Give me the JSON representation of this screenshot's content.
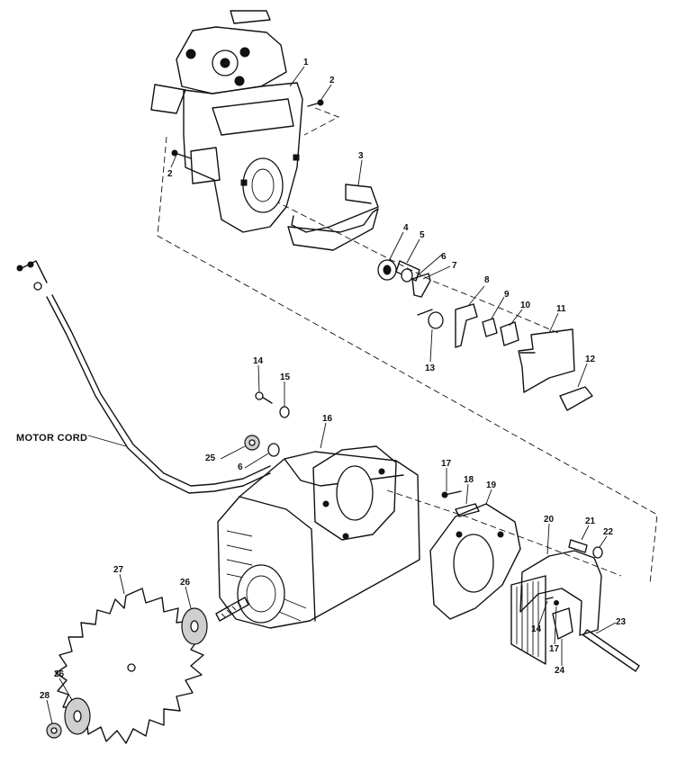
{
  "caption": "MOTOR CORD",
  "callouts": [
    {
      "id": "p1",
      "text": "1"
    },
    {
      "id": "p2a",
      "text": "2"
    },
    {
      "id": "p2b",
      "text": "2"
    },
    {
      "id": "p3",
      "text": "3"
    },
    {
      "id": "p4",
      "text": "4"
    },
    {
      "id": "p5",
      "text": "5"
    },
    {
      "id": "p6a",
      "text": "6"
    },
    {
      "id": "p7",
      "text": "7"
    },
    {
      "id": "p8",
      "text": "8"
    },
    {
      "id": "p9",
      "text": "9"
    },
    {
      "id": "p10",
      "text": "10"
    },
    {
      "id": "p11",
      "text": "11"
    },
    {
      "id": "p12",
      "text": "12"
    },
    {
      "id": "p13",
      "text": "13"
    },
    {
      "id": "p14a",
      "text": "14"
    },
    {
      "id": "p15",
      "text": "15"
    },
    {
      "id": "p16",
      "text": "16"
    },
    {
      "id": "p25",
      "text": "25"
    },
    {
      "id": "p6b",
      "text": "6"
    },
    {
      "id": "p17a",
      "text": "17"
    },
    {
      "id": "p18",
      "text": "18"
    },
    {
      "id": "p19",
      "text": "19"
    },
    {
      "id": "p20",
      "text": "20"
    },
    {
      "id": "p21",
      "text": "21"
    },
    {
      "id": "p22",
      "text": "22"
    },
    {
      "id": "p27",
      "text": "27"
    },
    {
      "id": "p26a",
      "text": "26"
    },
    {
      "id": "p14b",
      "text": "14"
    },
    {
      "id": "p17b",
      "text": "17"
    },
    {
      "id": "p24",
      "text": "24"
    },
    {
      "id": "p23",
      "text": "23"
    },
    {
      "id": "p26b",
      "text": "26"
    },
    {
      "id": "p28",
      "text": "28"
    }
  ]
}
